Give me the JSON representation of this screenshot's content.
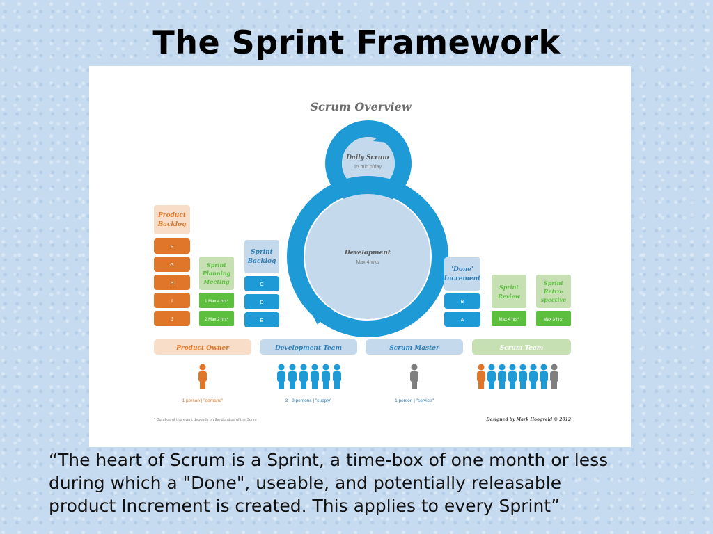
{
  "title": "The Sprint Framework",
  "diagram": {
    "heading": "Scrum Overview",
    "daily_scrum": {
      "label": "Daily Scrum",
      "sub": "15 min p/day"
    },
    "development": {
      "label": "Development",
      "sub": "Max 4 wks"
    },
    "product_backlog": {
      "label_1": "Product",
      "label_2": "Backlog",
      "items": [
        "F",
        "G",
        "H",
        "I",
        "J"
      ]
    },
    "sprint_planning": {
      "label_1": "Sprint",
      "label_2": "Planning",
      "label_3": "Meeting",
      "times": [
        "1 Max 4 hrs*",
        "2 Max 2 hrs*"
      ]
    },
    "sprint_backlog": {
      "label_1": "Sprint",
      "label_2": "Backlog",
      "items": [
        "C",
        "D",
        "E"
      ]
    },
    "done_increment": {
      "label_1": "'Done'",
      "label_2": "Increment",
      "items": [
        "B",
        "A"
      ]
    },
    "sprint_review": {
      "label_1": "Sprint",
      "label_2": "Review",
      "time": "Max 4 hrs*"
    },
    "sprint_retrospective": {
      "label_1": "Sprint",
      "label_2": "Retro-",
      "label_3": "spective",
      "time": "Max 3 hrs*"
    },
    "roles": {
      "product_owner": {
        "label": "Product Owner",
        "caption": "1 person | \"demand\""
      },
      "development_team": {
        "label": "Development Team",
        "caption": "3 - 9 persons | \"supply\""
      },
      "scrum_master": {
        "label": "Scrum Master",
        "caption": "1 person | \"service\""
      },
      "scrum_team": {
        "label": "Scrum Team"
      }
    },
    "footnote": "* Duration of this event depends on the duration of the Sprint",
    "credit": "Designed by Mark Hoogveld © 2012",
    "colors": {
      "blue": "#1e9ad6",
      "orange": "#e0762a",
      "green": "#5cbf3e",
      "light_green": "#c6e0b4",
      "light_blue": "#c5d9ec",
      "peach": "#f8ddc8",
      "grey": "#7f7f7f"
    }
  },
  "quote": "“The heart of Scrum is a Sprint, a time-box of one month or less\nduring which a \"Done\", useable, and potentially releasable\nproduct Increment is created. This applies to every Sprint”"
}
